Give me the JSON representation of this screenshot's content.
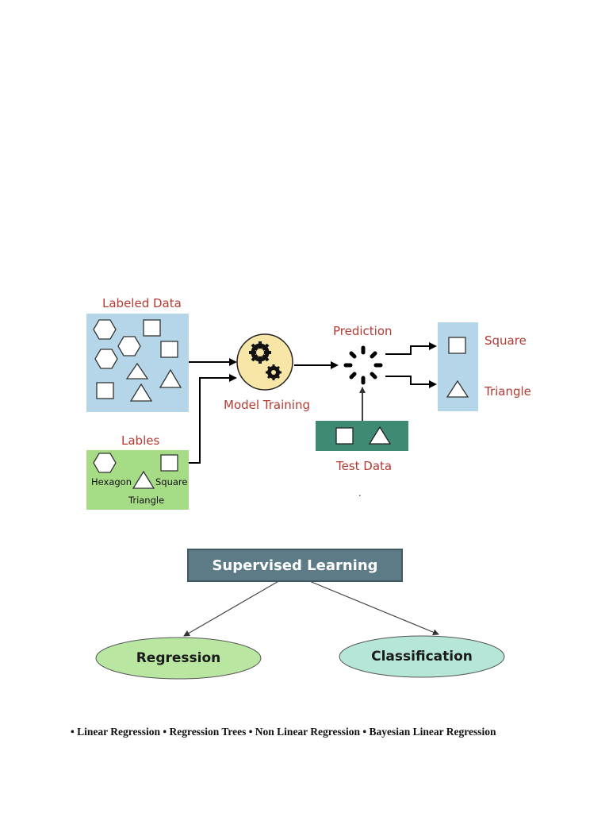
{
  "diagram": {
    "labeled_data_title": "Labeled Data",
    "labels_title": "Lables",
    "label_hexagon": "Hexagon",
    "label_square": "Square",
    "label_triangle": "Triangle",
    "model_training": "Model Training",
    "prediction": "Prediction",
    "test_data": "Test Data",
    "output_square": "Square",
    "output_triangle": "Triangle",
    "dot": "."
  },
  "tree": {
    "root": "Supervised Learning",
    "left": "Regression",
    "right": "Classification"
  },
  "bullets": "• Linear Regression • Regression Trees • Non Linear Regression • Bayesian Linear Regression",
  "colors": {
    "label_red": "#b53a32",
    "panel_blue": "#b4d6e8",
    "panel_green": "#a7dc87",
    "panel_teal": "#3e8a74",
    "gear_circle": "#f8e6a6",
    "box_slate": "#5c7b87",
    "ellipse_green": "#b9e6a0",
    "ellipse_mint": "#b5e6d8"
  }
}
